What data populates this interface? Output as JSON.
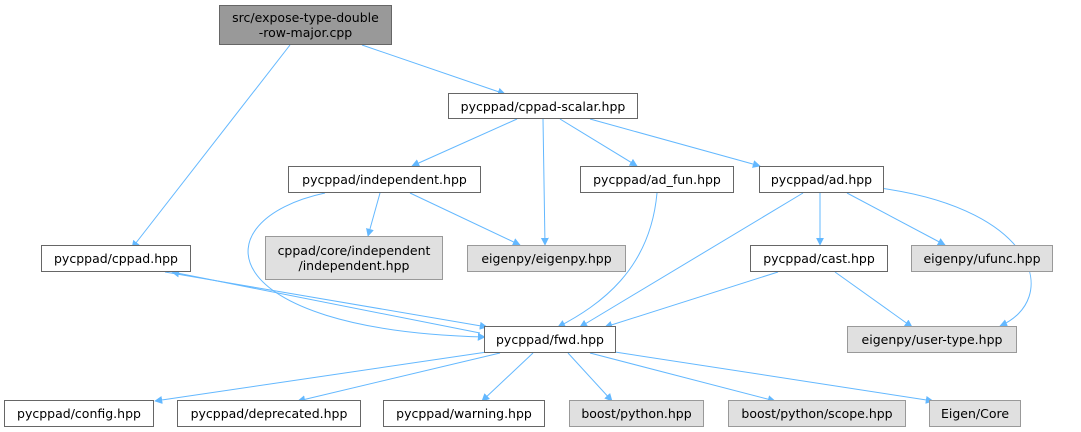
{
  "nodes": {
    "root": "src/expose-type-double\n-row-major.cpp",
    "cppad_scalar": "pycppad/cppad-scalar.hpp",
    "independent": "pycppad/independent.hpp",
    "ad_fun": "pycppad/ad_fun.hpp",
    "ad": "pycppad/ad.hpp",
    "cppad": "pycppad/cppad.hpp",
    "cppad_core_independent": "cppad/core/independent\n/independent.hpp",
    "eigenpy_eigenpy": "eigenpy/eigenpy.hpp",
    "cast": "pycppad/cast.hpp",
    "eigenpy_ufunc": "eigenpy/ufunc.hpp",
    "fwd": "pycppad/fwd.hpp",
    "eigenpy_user_type": "eigenpy/user-type.hpp",
    "config": "pycppad/config.hpp",
    "deprecated": "pycppad/deprecated.hpp",
    "warning": "pycppad/warning.hpp",
    "boost_python": "boost/python.hpp",
    "boost_python_scope": "boost/python/scope.hpp",
    "eigen_core": "Eigen/Core"
  },
  "colors": {
    "edge": "#63b8ff",
    "node_border": "#666666",
    "external_fill": "#e0e0e0",
    "root_fill": "#999999"
  }
}
